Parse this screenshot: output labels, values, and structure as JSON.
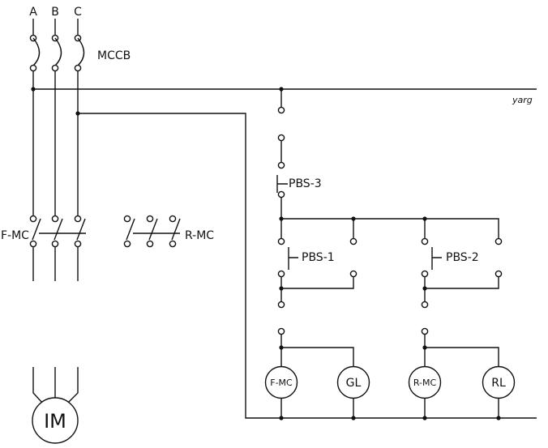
{
  "phases": [
    "A",
    "B",
    "C"
  ],
  "breaker_label": "MCCB",
  "watermark": "yarg",
  "pushbuttons": [
    "PBS-3",
    "PBS-1",
    "PBS-2"
  ],
  "contactors": {
    "forward": "F-MC",
    "reverse": "R-MC"
  },
  "motor_label": "IM",
  "coils": [
    "F-MC",
    "GL",
    "R-MC",
    "RL"
  ]
}
